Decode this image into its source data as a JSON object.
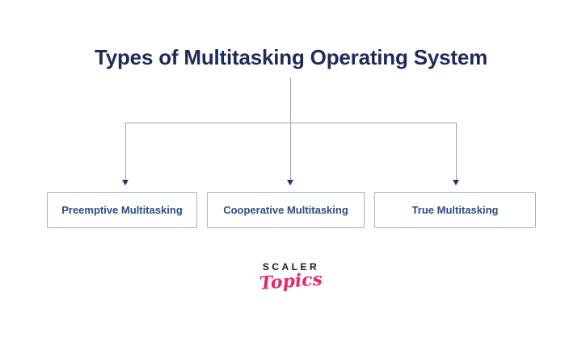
{
  "title": "Types of Multitasking Operating System",
  "nodes": [
    {
      "label": "Preemptive Multitasking"
    },
    {
      "label": "Cooperative Multitasking"
    },
    {
      "label": "True Multitasking"
    }
  ],
  "logo": {
    "brand": "SCALER",
    "sub": "Topics"
  },
  "colors": {
    "title": "#1e2a5a",
    "node_text": "#2b4d87",
    "node_border": "#a4b1c0",
    "connector": "#97a5b4",
    "arrow": "#1f3864",
    "logo_brand": "#1d1d1f",
    "logo_sub": "#e8256d",
    "background": "#ffffff"
  }
}
